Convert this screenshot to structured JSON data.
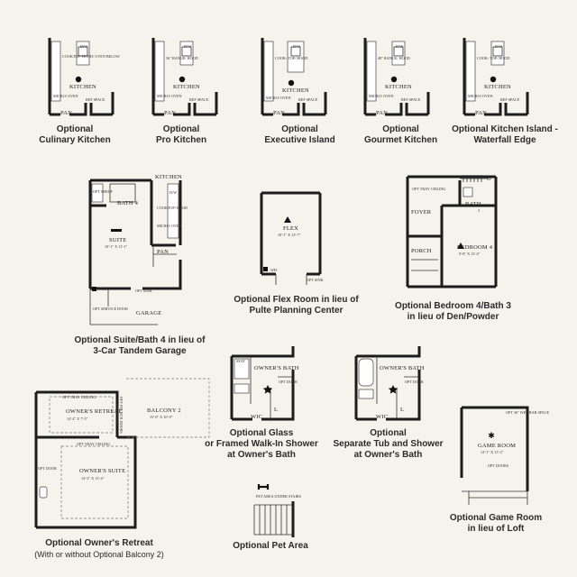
{
  "kitchens": {
    "kitchen_label": "KITCHEN",
    "pan_label": "PAN",
    "dw_label": "D/W",
    "ref_space_label": "REF SPACE",
    "micro_oven_label": "MICRO/ OVEN",
    "culinary_cooktop": "COOKTOP/ HOOD/ OVEN BELOW",
    "pro_range": "36\" RANGE/ HOOD",
    "exec_cooktop": "COOK- TOP/ HOOD",
    "gourmet_range": "48\" RANGE/ HOOD",
    "waterfall_cooktop": "COOK- TOP/ HOOD"
  },
  "suite_plan": {
    "kitchen": "KITCHEN",
    "bath4": "BATH 4",
    "opt_shelf": "OPT SHELF",
    "dw": "D/W",
    "cooktop": "COOKTOP/ HOOD",
    "micro_oven": "MICRO/ OVEN",
    "suite": "SUITE",
    "suite_dims": "10'-1\" X 11'-1\"",
    "pan": "PAN",
    "wh": "WH",
    "opt_sink": "OPT SINK",
    "opt_service_door": "OPT SERVICE DOOR",
    "garage": "GARAGE"
  },
  "flex_plan": {
    "flex": "FLEX",
    "flex_dims": "10'-1\" X 13'-7\"",
    "wh": "WH",
    "opt_sink": "OPT SINK"
  },
  "bedroom_plan": {
    "up": "UP",
    "opt_tray": "OPT TRAY CEILING",
    "foyer": "FOYER",
    "bath": "BATH",
    "bath_no": "3",
    "porch": "PORCH",
    "bedroom": "BEDROOM 4",
    "bedroom_dims": "9'-8\" X 12'-4\""
  },
  "shower_plan": {
    "seat": "SEAT",
    "owners_bath": "OWNER'S BATH",
    "opt_door": "OPT DOOR",
    "wic": "WIC",
    "lin": "L"
  },
  "tub_plan": {
    "owners_bath": "OWNER'S BATH",
    "opt_door": "OPT DOOR",
    "wic": "WIC",
    "lin": "L"
  },
  "retreat_plan": {
    "opt_tray": "OPT TRAY CEILING",
    "retreat": "OWNER'S RETREAT",
    "retreat_dims": "14'-4\" X 7'-5\"",
    "balcony": "BALCONY 2",
    "balcony_dims": "15'-0\" X 10'-0\"",
    "opt_french_doors": "OPT FRENCH DOORS",
    "opt_tray2": "OPT TRAY CEILING",
    "opt_door": "OPT DOOR",
    "suite": "OWNER'S SUITE",
    "suite_dims": "14'-2\" X 13'-4\""
  },
  "pet_plan": {
    "pet_area": "PET AREA UNDER STAIRS"
  },
  "game_plan": {
    "opt_wet_bar": "OPT 36\" WET BAR SPACE",
    "game_room": "GAME ROOM",
    "game_dims": "12'-1\" X 13'-2\"",
    "opt_doors": "OPT DOORS"
  },
  "captions": {
    "culinary": [
      "Optional",
      "Culinary Kitchen"
    ],
    "pro": [
      "Optional",
      "Pro Kitchen"
    ],
    "executive": [
      "Optional",
      "Executive Island"
    ],
    "gourmet": [
      "Optional",
      "Gourmet Kitchen"
    ],
    "waterfall": [
      "Optional Kitchen Island -",
      "Waterfall Edge"
    ],
    "suite": [
      "Optional Suite/Bath 4 in lieu of",
      "3-Car Tandem Garage"
    ],
    "flex": [
      "Optional Flex Room in lieu of",
      "Pulte Planning Center"
    ],
    "bedroom": [
      "Optional Bedroom 4/Bath 3",
      "in lieu of Den/Powder"
    ],
    "shower": [
      "Optional Glass",
      "or Framed Walk-In Shower",
      "at Owner's Bath"
    ],
    "tub": [
      "Optional",
      "Separate Tub and Shower",
      "at Owner's Bath"
    ],
    "retreat": [
      "Optional Owner's Retreat"
    ],
    "retreat_sub": "(With or without Optional Balcony 2)",
    "pet": [
      "Optional Pet Area"
    ],
    "game": [
      "Optional Game Room",
      "in lieu of Loft"
    ]
  }
}
